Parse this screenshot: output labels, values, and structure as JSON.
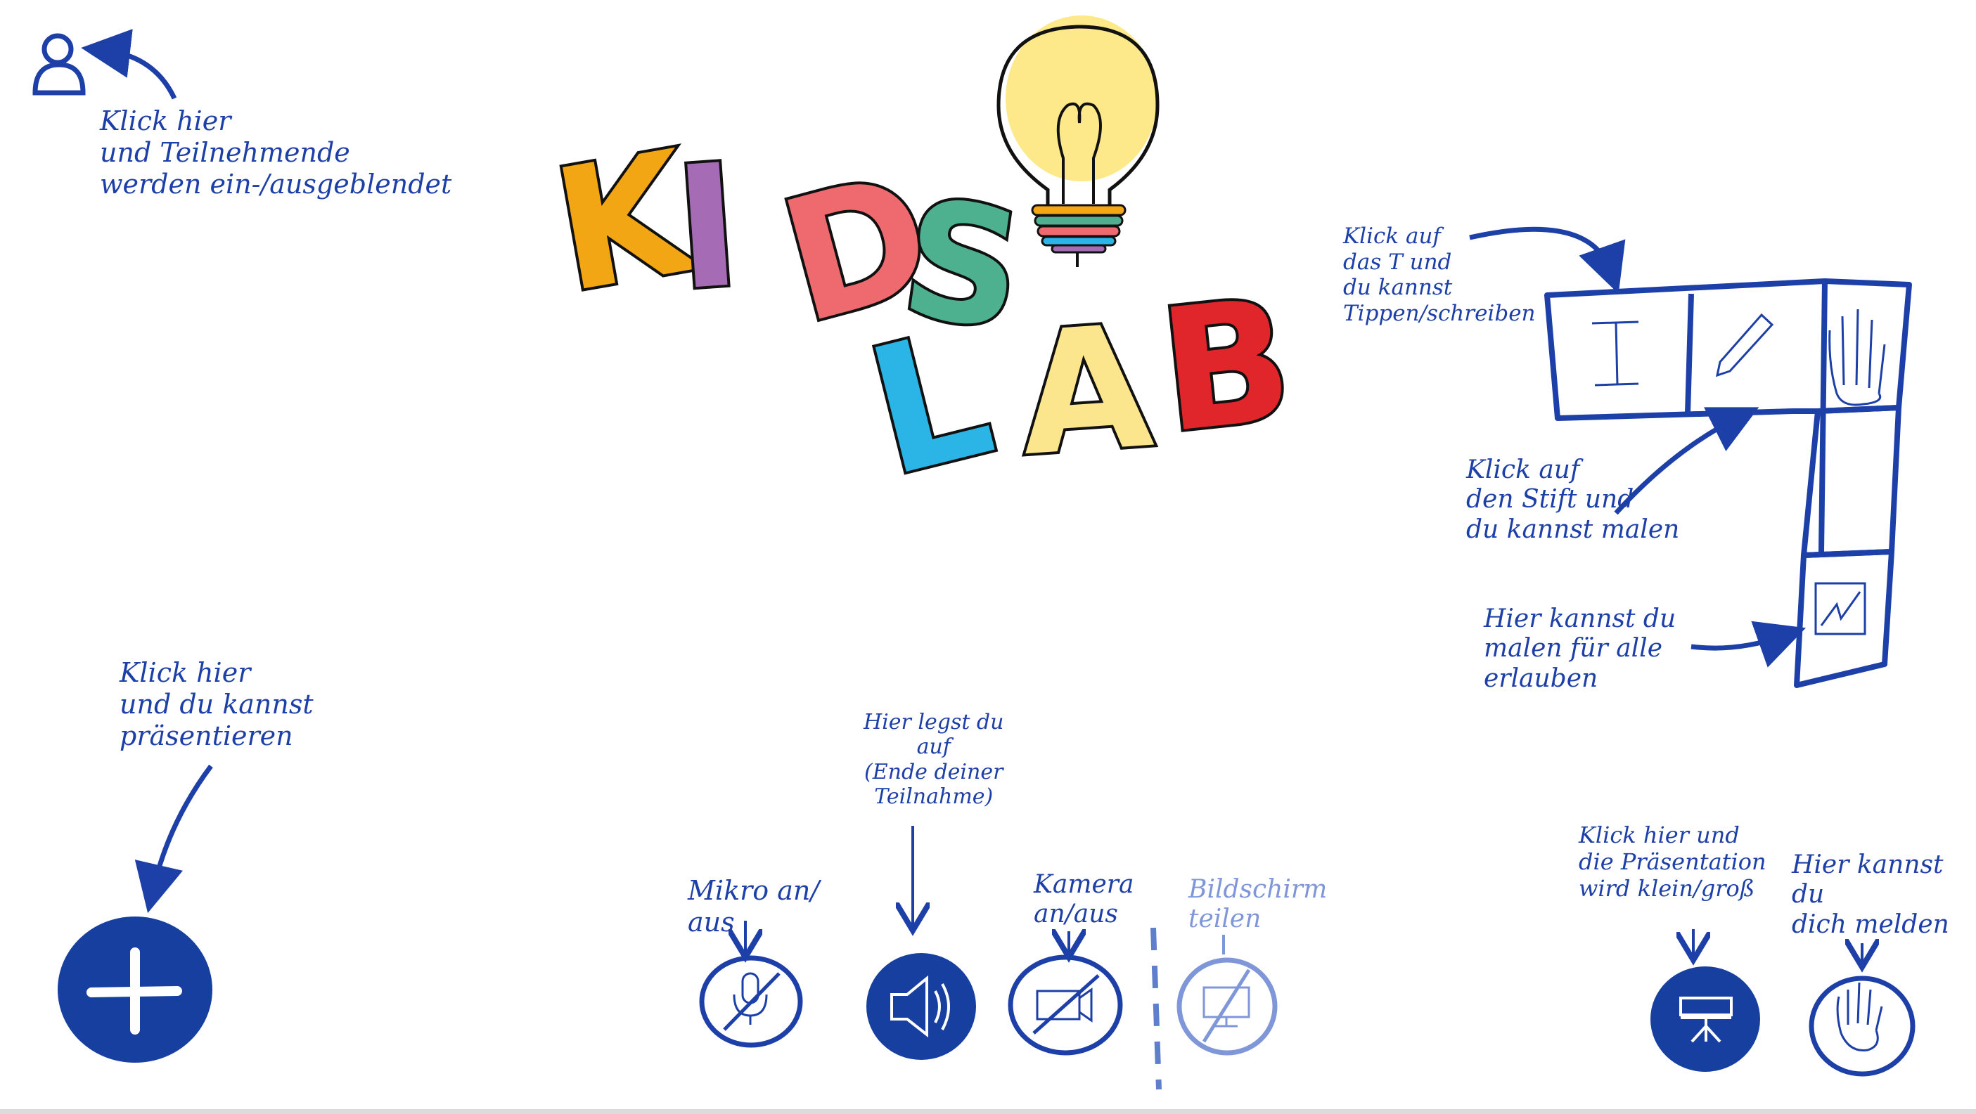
{
  "logo": {
    "line1": "KIDS",
    "line2": "LAB"
  },
  "annotations": {
    "participants": "Klick hier\nund Teilnehmende\nwerden ein-/ausgeblendet",
    "present": "Klick hier\nund du kannst\npräsentieren",
    "hangup": "Hier legst du\nauf\n(Ende deiner\nTeilnahme)",
    "mic": "Mikro an/\naus",
    "camera": "Kamera\nan/aus",
    "screenshare": "Bildschirm\nteilen",
    "presentation_size": "Klick hier und\ndie Präsentation\nwird klein/groß",
    "raise_hand": "Hier kannst du\ndich melden",
    "text_tool": "Klick auf\ndas T und\ndu kannst\nTippen/schreiben",
    "pen_tool": "Klick auf\nden Stift und\ndu kannst malen",
    "allow_drawing": "Hier kannst du\nmalen für alle\nerlauben"
  },
  "toolbar": {
    "text_tool_glyph": "I"
  },
  "colors": {
    "ink": "#1d3fa8",
    "ink_faded": "#7f97d9",
    "logo_k": "#f3a614",
    "logo_i": "#a66bb5",
    "logo_d": "#ee6a6e",
    "logo_s": "#4db08e",
    "logo_l": "#2ab5e6",
    "logo_a": "#fbe58d",
    "logo_b": "#e0262a",
    "bulb": "#fde98a"
  },
  "icons": [
    "user-icon",
    "plus-icon",
    "mic-off-icon",
    "speaker-icon",
    "camera-off-icon",
    "screenshare-off-icon",
    "presentation-icon",
    "hand-icon",
    "text-tool-icon",
    "pen-icon",
    "whiteboard-permission-icon",
    "lightbulb-icon"
  ]
}
